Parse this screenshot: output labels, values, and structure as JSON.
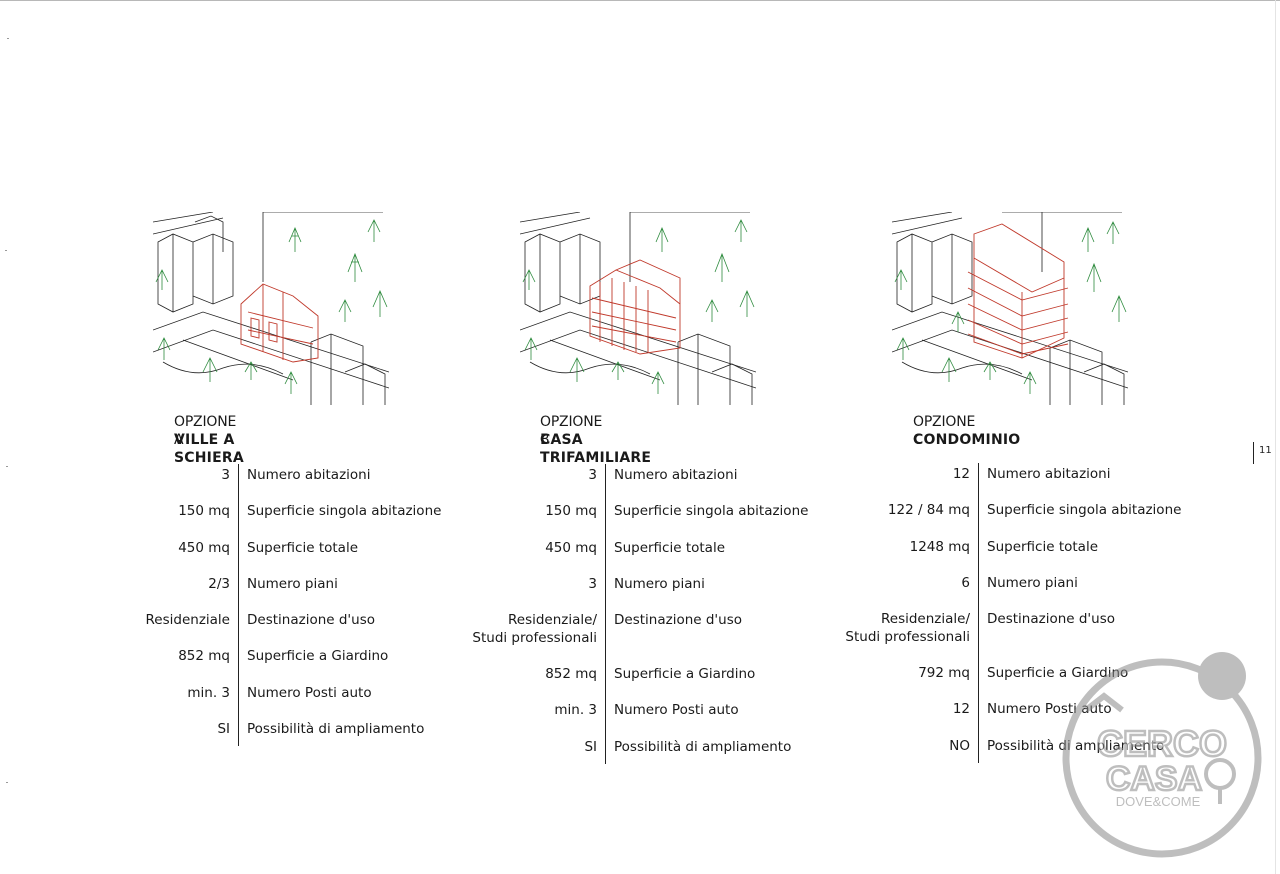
{
  "page": {
    "number": "11"
  },
  "options": [
    {
      "label": "OPZIONE A",
      "name": "VILLE A SCHIERA",
      "rows": [
        {
          "value": "3",
          "label": "Numero abitazioni"
        },
        {
          "value": "150 mq",
          "label": "Superficie singola abitazione"
        },
        {
          "value": "450 mq",
          "label": "Superficie totale"
        },
        {
          "value": "2/3",
          "label": "Numero piani"
        },
        {
          "value": "Residenziale",
          "label": "Destinazione d'uso"
        },
        {
          "value": "852 mq",
          "label": "Superficie a Giardino"
        },
        {
          "value": "min. 3",
          "label": "Numero Posti auto"
        },
        {
          "value": "SI",
          "label": "Possibilità di ampliamento"
        }
      ]
    },
    {
      "label": "OPZIONE B",
      "name": "CASA TRIFAMILIARE",
      "rows": [
        {
          "value": "3",
          "label": "Numero abitazioni"
        },
        {
          "value": "150 mq",
          "label": "Superficie singola abitazione"
        },
        {
          "value": "450 mq",
          "label": "Superficie totale"
        },
        {
          "value": "3",
          "label": "Numero piani"
        },
        {
          "value": "Residenziale/",
          "value2": "Studi professionali",
          "label": "Destinazione d'uso"
        },
        {
          "value": "852 mq",
          "label": "Superficie a Giardino"
        },
        {
          "value": "min. 3",
          "label": "Numero Posti auto"
        },
        {
          "value": "SI",
          "label": "Possibilità di ampliamento"
        }
      ]
    },
    {
      "label": "OPZIONE C",
      "name": "CONDOMINIO",
      "rows": [
        {
          "value": "12",
          "label": "Numero abitazioni"
        },
        {
          "value": "122 / 84 mq",
          "label": "Superficie singola abitazione"
        },
        {
          "value": "1248 mq",
          "label": "Superficie totale"
        },
        {
          "value": "6",
          "label": "Numero piani"
        },
        {
          "value": "Residenziale/",
          "value2": "Studi professionali",
          "label": "Destinazione d'uso"
        },
        {
          "value": "792 mq",
          "label": "Superficie a Giardino"
        },
        {
          "value": "12",
          "label": "Numero Posti auto"
        },
        {
          "value": "NO",
          "label": "Possibilità di ampliamento"
        }
      ]
    }
  ],
  "watermark": {
    "line1": "CERCO",
    "line2": "CASA",
    "line3": "DOVE&COME"
  },
  "colors": {
    "text": "#1a1a1a",
    "building_highlight": "#c0392b",
    "tree": "#2e8b3e",
    "watermark": "#8a8a8a"
  }
}
